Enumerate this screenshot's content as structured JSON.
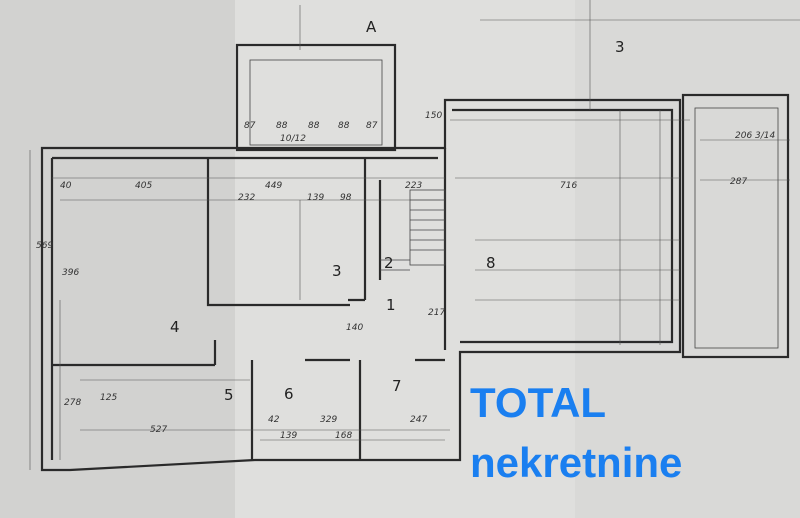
{
  "plan": {
    "section_marks": [
      "A",
      "3"
    ],
    "rooms": [
      "1",
      "2",
      "3",
      "4",
      "5",
      "6",
      "7",
      "8"
    ],
    "dimensions": [
      "40",
      "405",
      "449",
      "232",
      "139",
      "98",
      "223",
      "716",
      "287",
      "206 3/14",
      "569",
      "396",
      "527",
      "329",
      "168",
      "247",
      "10/12",
      "87",
      "88",
      "88",
      "88",
      "87",
      "150",
      "140",
      "217",
      "125",
      "278",
      "42",
      "139"
    ]
  },
  "watermark": {
    "line1": "TOTAL",
    "line2": "nekretnine",
    "color": "#1a7ff0"
  },
  "colors": {
    "paper": "#d8d8d6",
    "ink": "#2a2a2a"
  }
}
